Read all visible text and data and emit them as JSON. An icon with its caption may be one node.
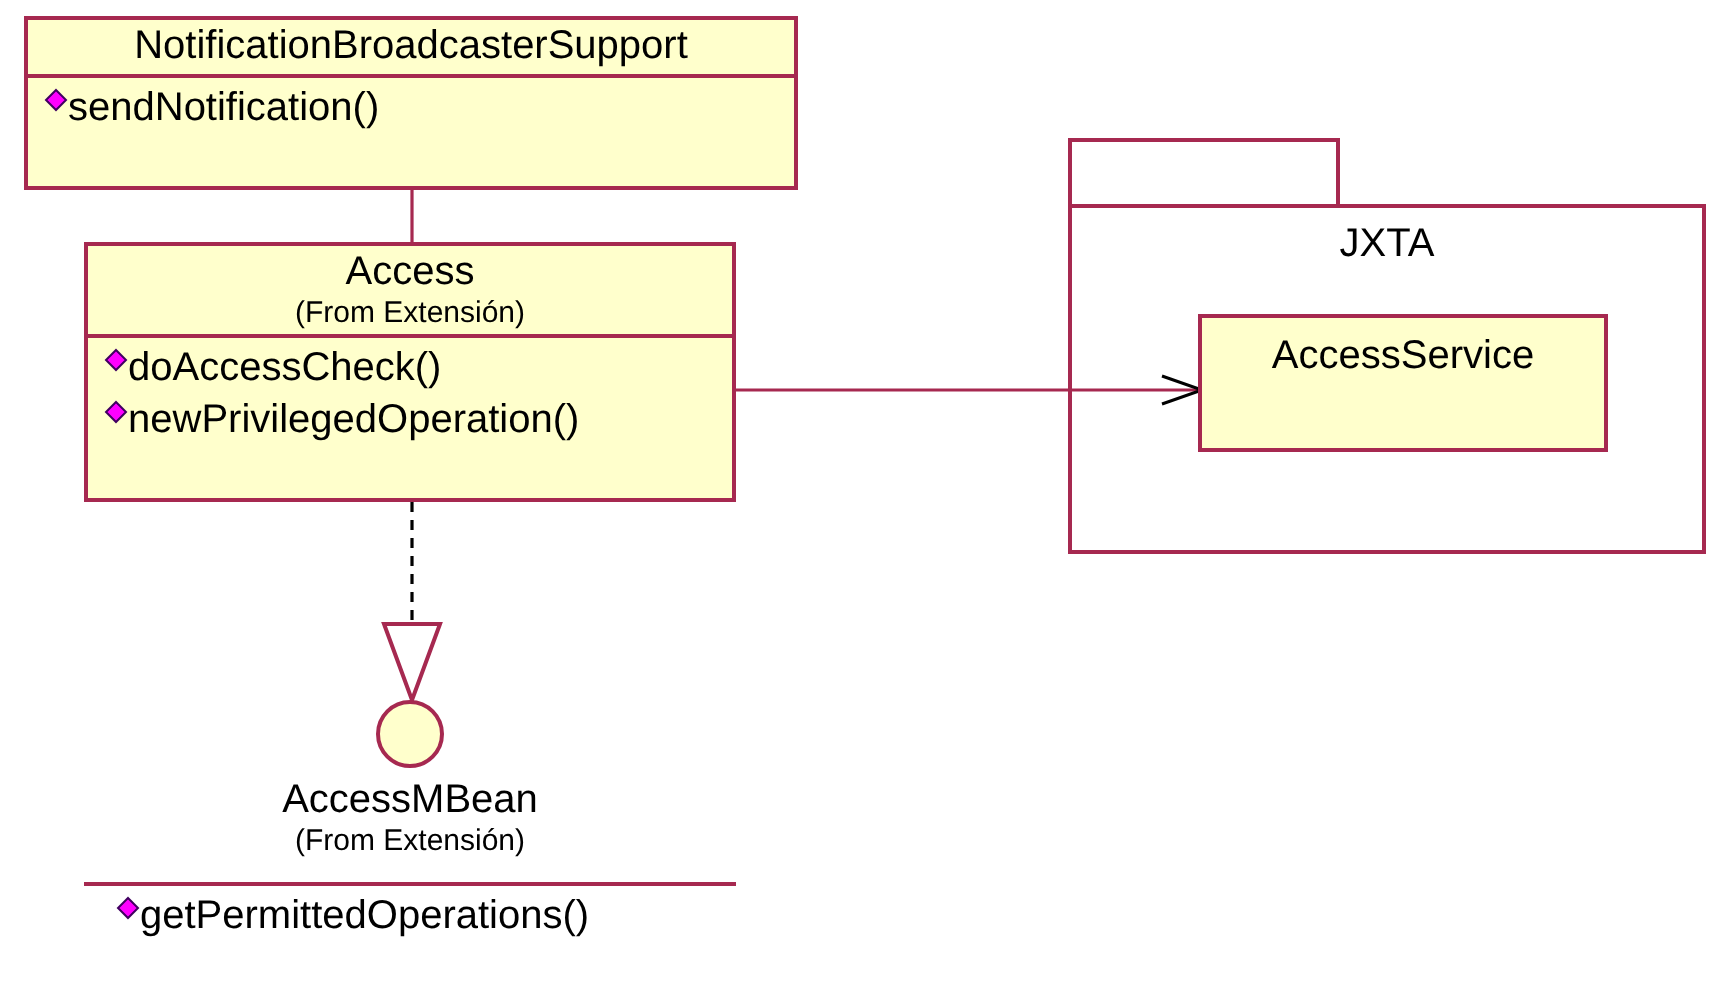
{
  "diagram": {
    "nodes": [
      {
        "text": [
          "NotificationBroadcasterSupport",
          "sendNotification()"
        ]
      },
      {
        "text": [
          "Access",
          "(From Extensión)",
          "doAccessCheck()",
          "newPrivilegedOperation()"
        ]
      },
      {
        "text": [
          "JXTA"
        ]
      },
      {
        "text": [
          "AccessService"
        ],
        "in": 2
      },
      {
        "text": [
          "AccessMBean",
          "(From Extensión)",
          "getPermittedOperations()"
        ]
      }
    ],
    "edges": [
      {
        "from": 1,
        "to": 0,
        "arrow": "none"
      },
      {
        "from": 1,
        "to": 3,
        "arrow": "to"
      },
      {
        "from": 1,
        "to": 4,
        "arrow": "to",
        "style": "dashed",
        "color": "#000000"
      }
    ]
  }
}
